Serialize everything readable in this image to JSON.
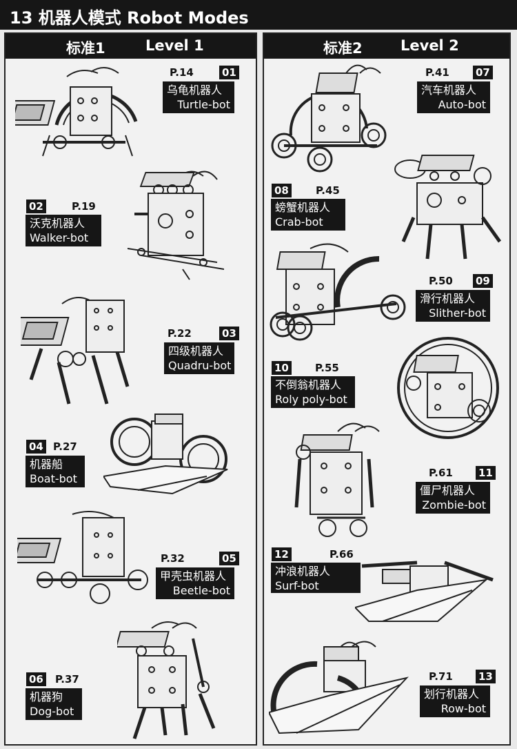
{
  "header": {
    "title": "13 机器人模式 Robot Modes"
  },
  "level1": {
    "cn": "标准1",
    "en": "Level 1"
  },
  "level2": {
    "cn": "标准2",
    "en": "Level 2"
  },
  "bots": [
    {
      "num": "01",
      "page": "P.14",
      "cn": "乌龟机器人",
      "en": "Turtle-bot"
    },
    {
      "num": "02",
      "page": "P.19",
      "cn": "沃克机器人",
      "en": "Walker-bot"
    },
    {
      "num": "03",
      "page": "P.22",
      "cn": "四级机器人",
      "en": "Quadru-bot"
    },
    {
      "num": "04",
      "page": "P.27",
      "cn": "机器船",
      "en": "Boat-bot"
    },
    {
      "num": "05",
      "page": "P.32",
      "cn": "甲壳虫机器人",
      "en": "Beetle-bot"
    },
    {
      "num": "06",
      "page": "P.37",
      "cn": "机器狗",
      "en": "Dog-bot"
    },
    {
      "num": "07",
      "page": "P.41",
      "cn": "汽车机器人",
      "en": "Auto-bot"
    },
    {
      "num": "08",
      "page": "P.45",
      "cn": "螃蟹机器人",
      "en": "Crab-bot"
    },
    {
      "num": "09",
      "page": "P.50",
      "cn": "滑行机器人",
      "en": "Slither-bot"
    },
    {
      "num": "10",
      "page": "P.55",
      "cn": "不倒翁机器人",
      "en": "Roly poly-bot"
    },
    {
      "num": "11",
      "page": "P.61",
      "cn": "僵尸机器人",
      "en": "Zombie-bot"
    },
    {
      "num": "12",
      "page": "P.66",
      "cn": "冲浪机器人",
      "en": "Surf-bot"
    },
    {
      "num": "13",
      "page": "P.71",
      "cn": "划行机器人",
      "en": "Row-bot"
    }
  ]
}
